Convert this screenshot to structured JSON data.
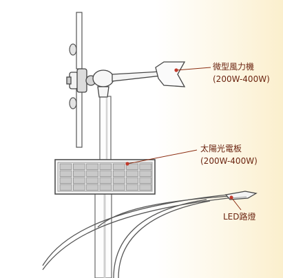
{
  "labels": {
    "wind_turbine": {
      "name": "微型風力機",
      "power": "(200W-400W)"
    },
    "solar_panel": {
      "name": "太陽光電板",
      "power": "(200W-400W)"
    },
    "led_lamp": {
      "name": "LED路燈"
    }
  },
  "colors": {
    "label_text": "#6b2410",
    "leader_line": "#8a2b0f",
    "marker_dot": "#c0392b",
    "outline": "#555555"
  }
}
